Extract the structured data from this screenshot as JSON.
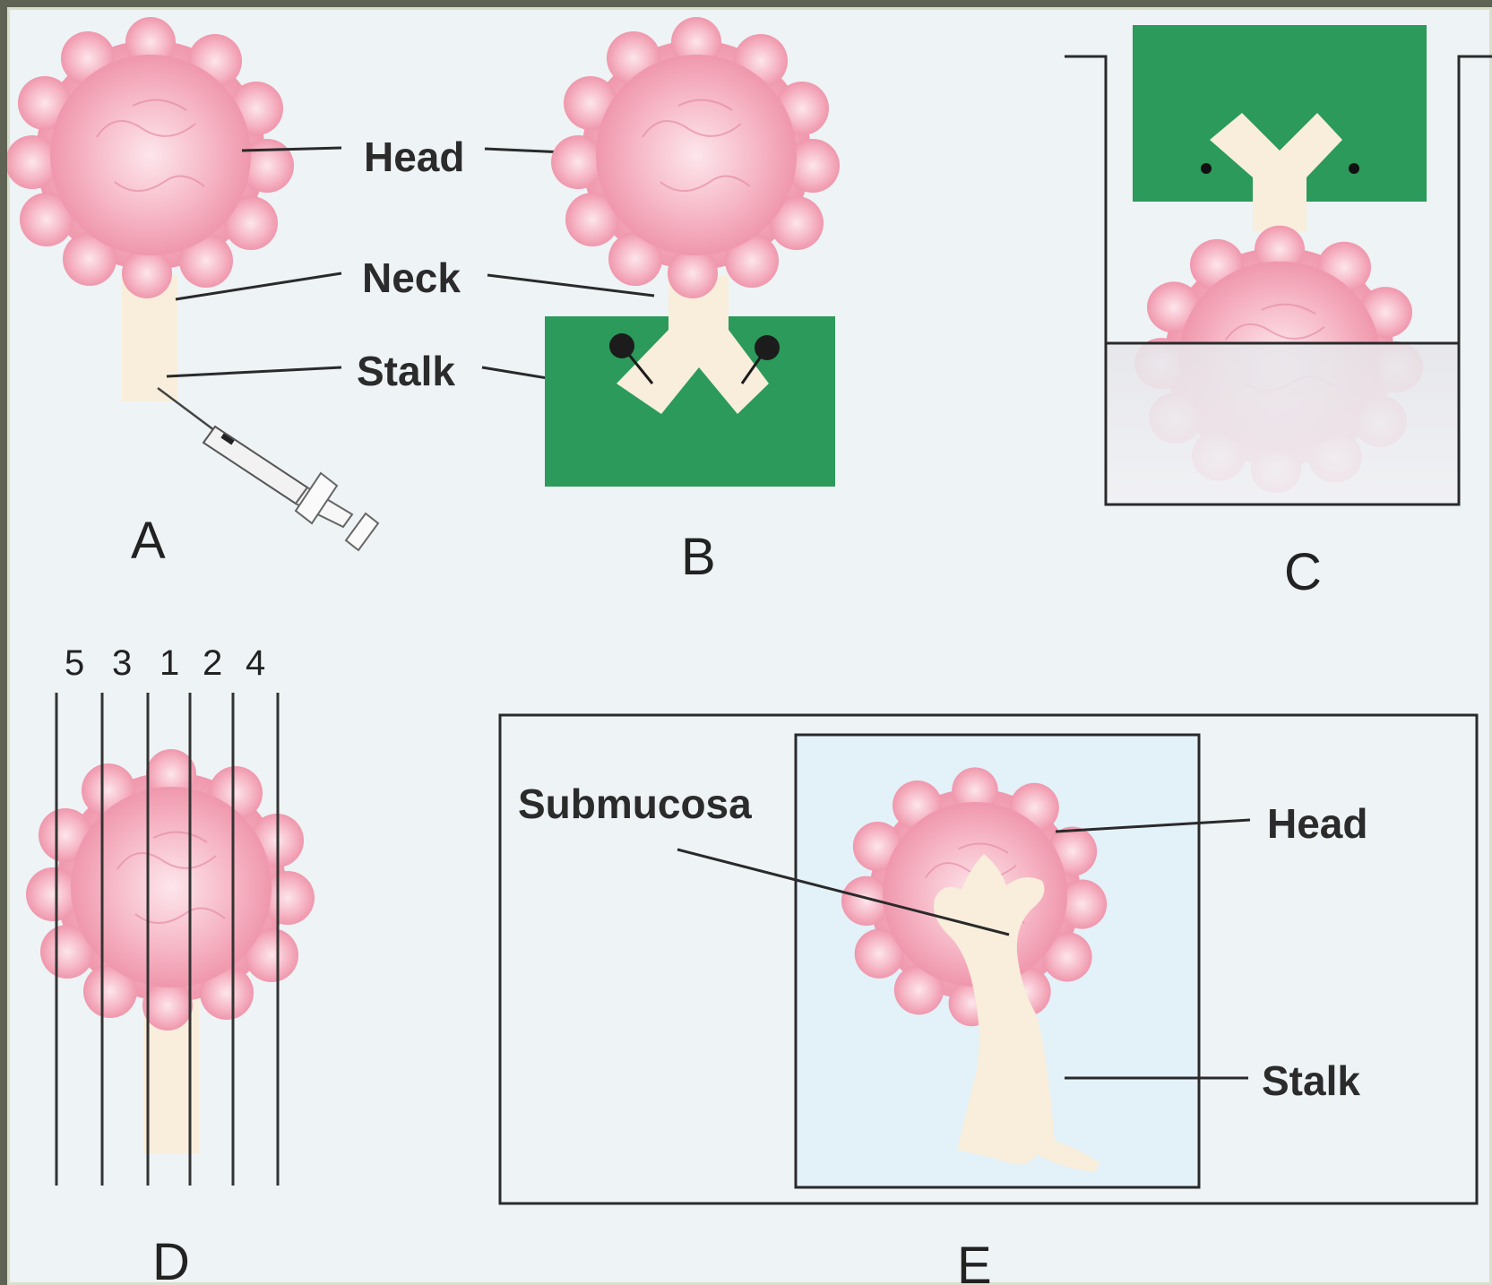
{
  "diagram": {
    "panels": [
      "A",
      "B",
      "C",
      "D",
      "E"
    ],
    "labels": {
      "head": "Head",
      "neck": "Neck",
      "stalk": "Stalk",
      "submucosa": "Submucosa",
      "head_e": "Head",
      "stalk_e": "Stalk"
    },
    "section_numbers": [
      "5",
      "3",
      "1",
      "2",
      "4"
    ],
    "colors": {
      "polyp_head": "#f3a3b6",
      "stalk": "#f8eedb",
      "board": "#2b9a5b",
      "background": "#eef3f5"
    }
  }
}
